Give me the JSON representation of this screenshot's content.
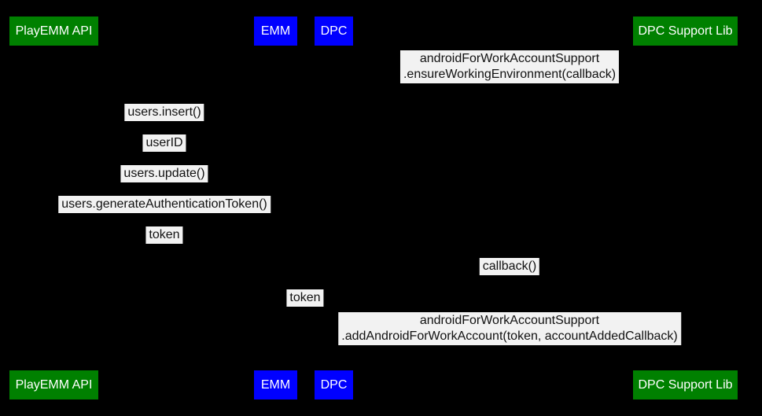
{
  "diagram": {
    "type": "sequence-diagram",
    "colors": {
      "background": "#000000",
      "actor_green": "#008000",
      "actor_blue": "#0000ff",
      "actor_text": "#ffffff",
      "message_label_bg": "#f2f2f2",
      "message_label_text": "#111111"
    },
    "actors": [
      {
        "label": "PlayEMM API",
        "color": "#008000"
      },
      {
        "label": "EMM",
        "color": "#0000ff"
      },
      {
        "label": "DPC",
        "color": "#0000ff"
      },
      {
        "label": "DPC Support Lib",
        "color": "#008000"
      }
    ],
    "messages": [
      {
        "lines": [
          "androidForWorkAccountSupport",
          ".ensureWorkingEnvironment(callback)"
        ]
      },
      {
        "lines": [
          "users.insert()"
        ]
      },
      {
        "lines": [
          "userID"
        ]
      },
      {
        "lines": [
          "users.update()"
        ]
      },
      {
        "lines": [
          "users.generateAuthenticationToken()"
        ]
      },
      {
        "lines": [
          "token"
        ]
      },
      {
        "lines": [
          "callback()"
        ]
      },
      {
        "lines": [
          "token"
        ]
      },
      {
        "lines": [
          "androidForWorkAccountSupport",
          ".addAndroidForWorkAccount(token, accountAddedCallback)"
        ]
      }
    ]
  }
}
